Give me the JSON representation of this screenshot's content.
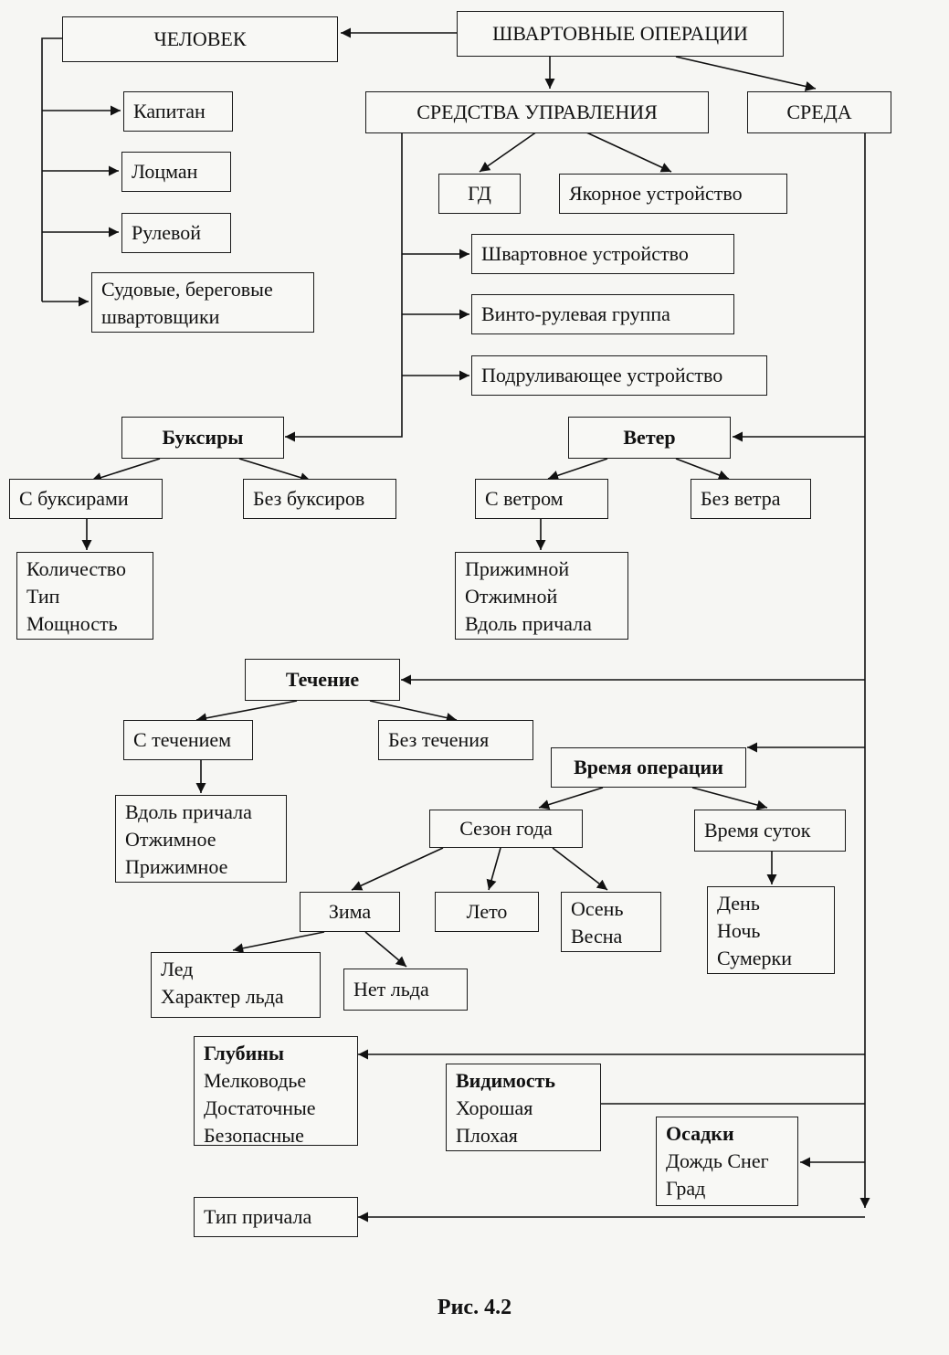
{
  "nodes": {
    "mooring_operations": "ШВАРТОВНЫЕ ОПЕРАЦИИ",
    "human": "ЧЕЛОВЕК",
    "controls": "СРЕДСТВА УПРАВЛЕНИЯ",
    "environment": "СРЕДА",
    "captain": "Капитан",
    "pilot": "Лоцман",
    "helmsman": "Рулевой",
    "linesmen": [
      "Судовые, береговые",
      "швартовщики"
    ],
    "main_engine": "ГД",
    "anchor_device": "Якорное устройство",
    "mooring_device": "Швартовное устройство",
    "propeller_rudder": "Винто-рулевая группа",
    "thruster": "Подруливающее устройство",
    "tugs": "Буксиры",
    "with_tugs": "С буксирами",
    "without_tugs": "Без буксиров",
    "tug_params": [
      "Количество",
      "Тип",
      "Мощность"
    ],
    "wind": "Ветер",
    "with_wind": "С ветром",
    "without_wind": "Без ветра",
    "wind_types": [
      "Прижимной",
      "Отжимной",
      "Вдоль причала"
    ],
    "current": "Течение",
    "with_current": "С течением",
    "without_current": "Без течения",
    "current_types": [
      "Вдоль причала",
      "Отжимное",
      "Прижимное"
    ],
    "operation_time": "Время операции",
    "season": "Сезон года",
    "time_of_day": "Время суток",
    "winter": "Зима",
    "summer": "Лето",
    "autumn_spring": [
      "Осень",
      "Весна"
    ],
    "day_parts": [
      "День",
      "Ночь",
      "Сумерки"
    ],
    "ice": [
      "Лед",
      "Характер льда"
    ],
    "no_ice": "Нет льда",
    "depths": [
      "Глубины",
      "Мелководье",
      "Достаточные",
      "Безопасные"
    ],
    "visibility": [
      "Видимость",
      "Хорошая",
      "Плохая"
    ],
    "precipitation": [
      "Осадки",
      "Дождь Снег",
      "Град"
    ],
    "berth_type": "Тип причала"
  },
  "caption": "Рис. 4.2"
}
